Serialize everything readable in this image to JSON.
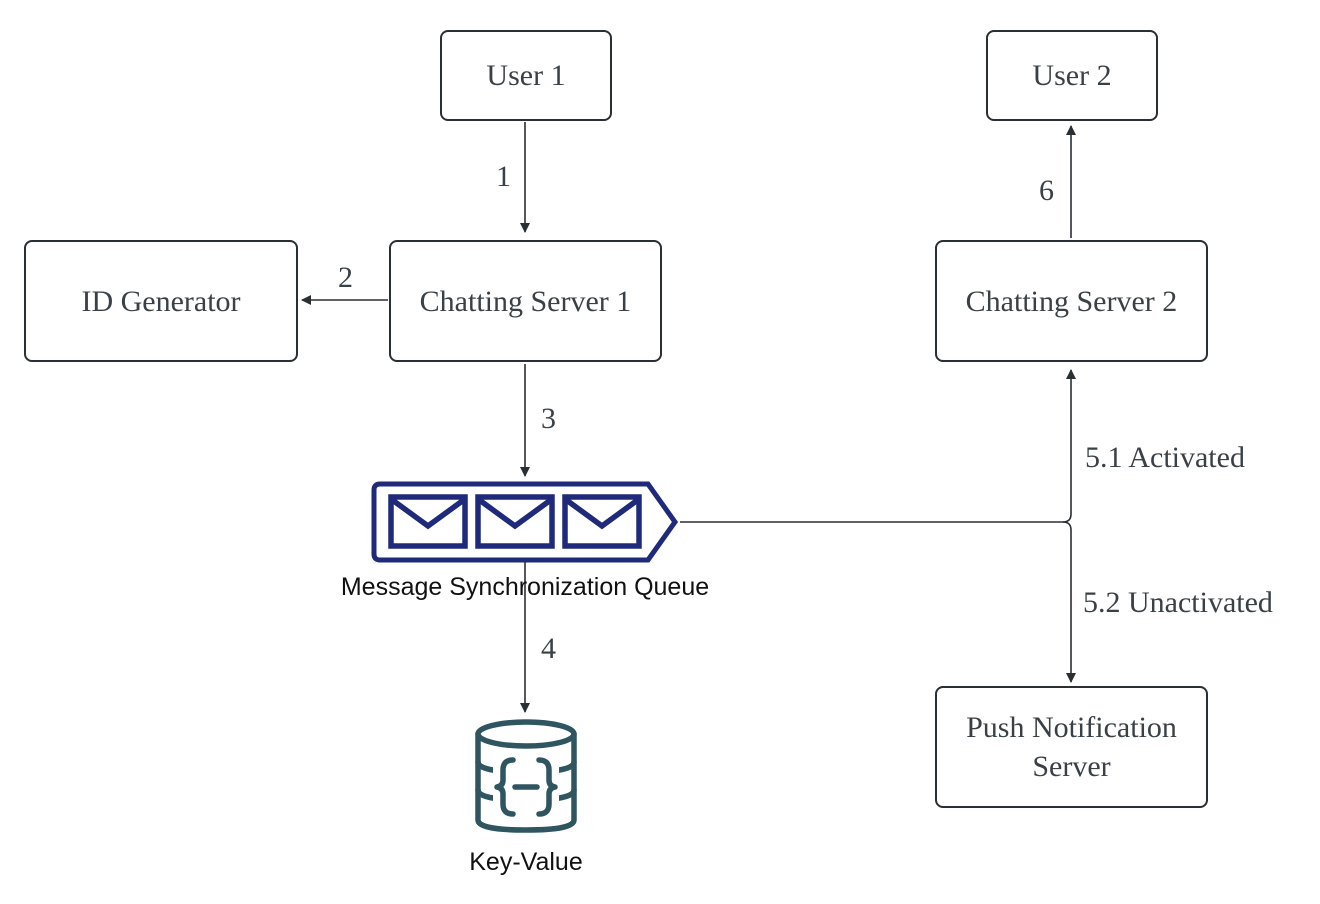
{
  "nodes": {
    "user1": "User 1",
    "user2": "User 2",
    "id_generator": "ID Generator",
    "chatting_server_1": "Chatting Server 1",
    "chatting_server_2": "Chatting Server 2",
    "push_notification_server": "Push Notification Server"
  },
  "icons": {
    "queue": {
      "icon": "message-queue-icon",
      "caption": "Message Synchronization Queue",
      "color": "#1f2a7a"
    },
    "key_value": {
      "icon": "key-value-database-icon",
      "caption": "Key-Value",
      "color": "#2f5560"
    }
  },
  "edge_labels": {
    "step1": "1",
    "step2": "2",
    "step3": "3",
    "step4": "4",
    "step5_1": "5.1 Activated",
    "step5_2": "5.2 Unactivated",
    "step6": "6"
  },
  "colors": {
    "line": "#2a2f33",
    "text": "#3a4146"
  }
}
